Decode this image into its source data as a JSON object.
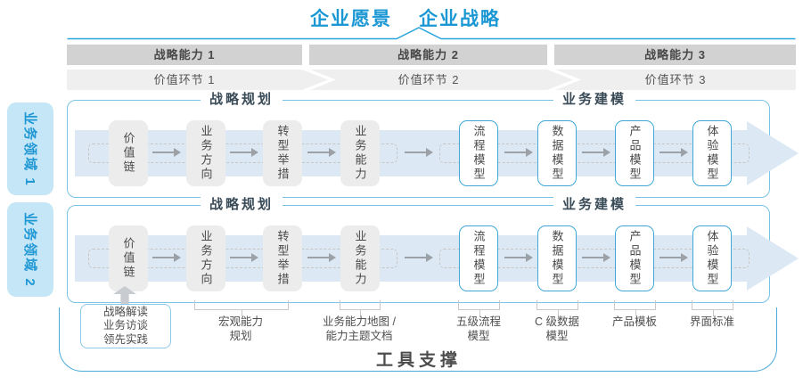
{
  "title": {
    "vision": "企业愿景",
    "strategy": "企业战略"
  },
  "bands": [
    {
      "capability": "战略能力 1",
      "value_link": "价值环节 1"
    },
    {
      "capability": "战略能力 2",
      "value_link": "价值环节 2"
    },
    {
      "capability": "战略能力 3",
      "value_link": "价值环节 3"
    }
  ],
  "domains": [
    {
      "label": "业务领域 1"
    },
    {
      "label": "业务领域 2"
    }
  ],
  "panel": {
    "left_header": "战略规划",
    "right_header": "业务建模",
    "strategy_boxes": [
      "价值链",
      "业务方向",
      "转型举措",
      "业务能力"
    ],
    "model_boxes": [
      "流程模型",
      "数据模型",
      "产品模型",
      "体验模型"
    ]
  },
  "annotations": {
    "interview_lines": [
      "战略解读",
      "业务访谈",
      "领先实践"
    ],
    "labels": [
      {
        "lines": [
          "宏观能力",
          "规划"
        ]
      },
      {
        "lines": [
          "业务能力地图 /",
          "能力主题文档"
        ]
      },
      {
        "lines": [
          "五级流程",
          "模型"
        ]
      },
      {
        "lines": [
          "C 级数据",
          "模型"
        ]
      },
      {
        "lines": [
          "产品模板"
        ]
      },
      {
        "lines": [
          "界面标准"
        ]
      }
    ]
  },
  "footer": {
    "label": "工具支撑"
  },
  "colors": {
    "accent_blue": "#1b98d4",
    "panel_border": "#79c3e6",
    "band_dark": "#d2d2d2",
    "band_light": "#efefef",
    "flow_arrow_fill": "#dce9f5",
    "box_gray": "#ececec",
    "box_border_blue": "#42a7d8",
    "domain_label_bg": "#c5e6f7",
    "text_dark": "#4a4a4a",
    "connector_gray": "#c8c8c8"
  }
}
